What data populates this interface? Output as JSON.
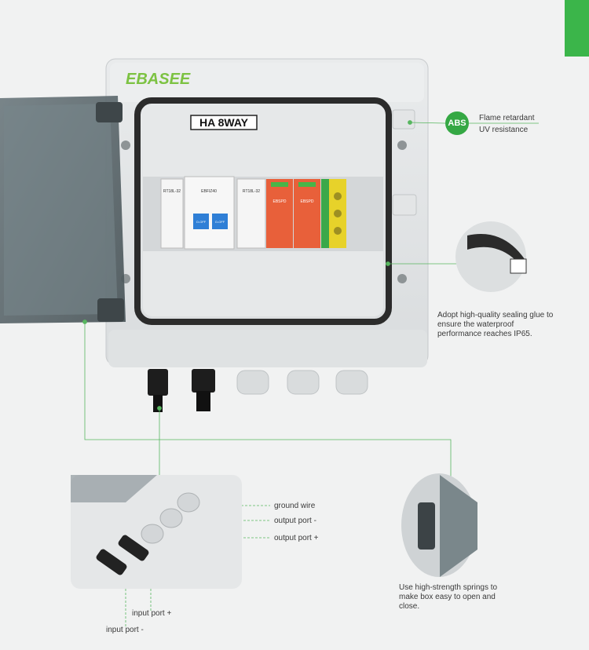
{
  "brand": {
    "logo_text": "EBASEE",
    "accent_color": "#3bb54a",
    "logo_color": "#7cc242"
  },
  "box": {
    "label": "HA 8WAY",
    "devices": [
      {
        "name": "RT18L-32"
      },
      {
        "name": "EBFIZ40"
      },
      {
        "name": "RT18L-32"
      },
      {
        "name": "EBSPD"
      },
      {
        "name": "EBSPD"
      }
    ],
    "breaker_switch_text": "O-OFF"
  },
  "callouts": {
    "abs": {
      "badge": "ABS",
      "line1": "Flame retardant",
      "line2": "UV resistance"
    },
    "seal": {
      "text": "Adopt high-quality sealing glue to ensure the waterproof performance reaches IP65."
    },
    "spring": {
      "text": "Use high-strength springs to make box easy to open and close."
    }
  },
  "ports": {
    "ground_wire": "ground wire",
    "output_minus": "output port -",
    "output_plus": "output port +",
    "input_plus": "input port +",
    "input_minus": "input port -"
  }
}
